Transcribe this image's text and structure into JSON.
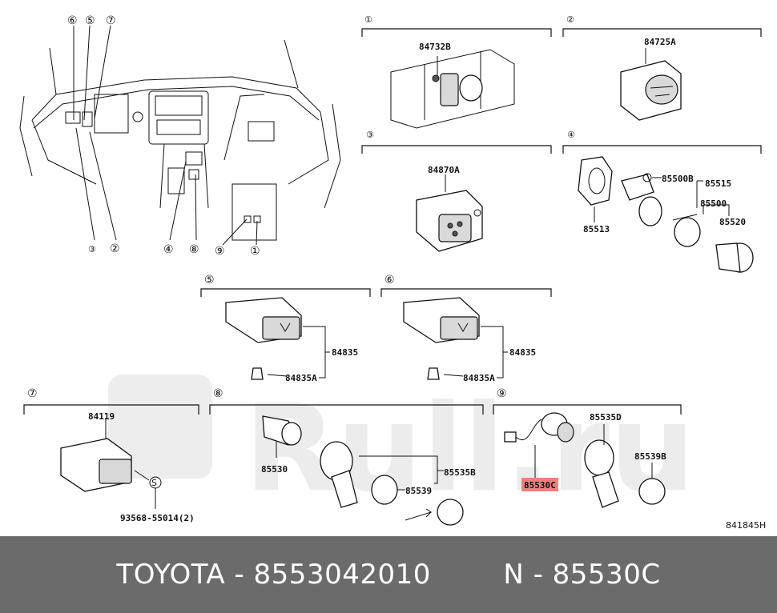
{
  "diagram": {
    "code": "841845H",
    "dashboard_callouts": [
      "⑥",
      "⑤",
      "⑦",
      "③",
      "②",
      "④",
      "⑧",
      "⑨",
      "①"
    ],
    "sections": [
      {
        "num": "①",
        "labels": [
          "84732B"
        ]
      },
      {
        "num": "②",
        "labels": [
          "84725A"
        ]
      },
      {
        "num": "③",
        "labels": [
          "84870A"
        ]
      },
      {
        "num": "④",
        "labels": [
          "85500B",
          "85515",
          "85500",
          "85513",
          "85520"
        ]
      },
      {
        "num": "⑤",
        "labels": [
          "84835",
          "84835A"
        ]
      },
      {
        "num": "⑥",
        "labels": [
          "84835",
          "84835A"
        ]
      },
      {
        "num": "⑦",
        "labels": [
          "84119",
          "93568-55014(2)"
        ]
      },
      {
        "num": "⑧",
        "labels": [
          "85530",
          "85535B",
          "85539"
        ]
      },
      {
        "num": "⑨",
        "labels": [
          "85535D",
          "85539B",
          "85530C"
        ]
      }
    ],
    "highlighted_label": "85530C",
    "highlight_color": "#f08080",
    "watermark_text": "Rull.ru"
  },
  "footer": {
    "brand": "TOYOTA",
    "part_number": "8553042010",
    "part_code": "N - 85530C",
    "background_color": "#6b6b6b"
  }
}
